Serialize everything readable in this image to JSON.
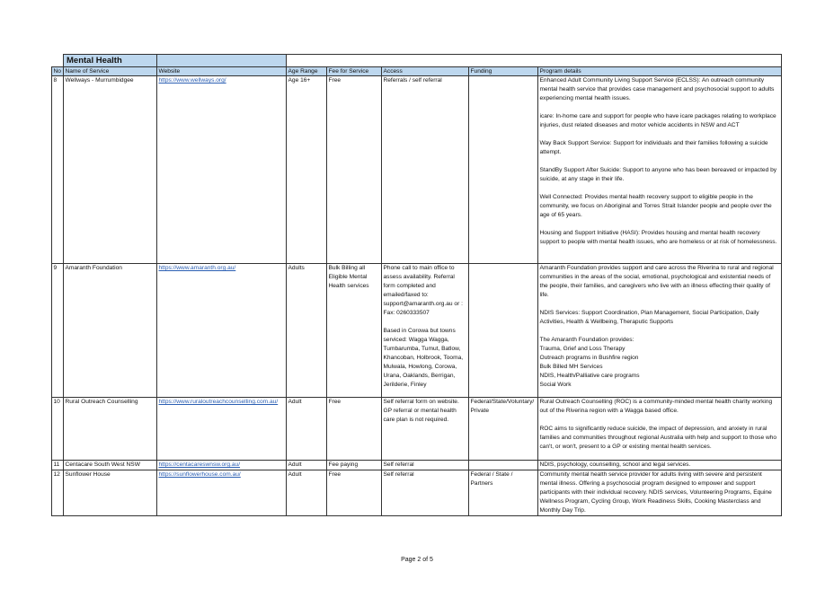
{
  "section_title": "Mental Health",
  "columns": [
    "No",
    "Name of Service",
    "Website",
    "Age Range",
    "Fee for Service",
    "Access",
    "Funding",
    "Program details"
  ],
  "rows": [
    {
      "no": "8",
      "name": "Wellways - Murrumbidgee",
      "website": "https://www.wellways.org/",
      "age": "Age 16+",
      "fee": "Free",
      "access": [
        "Referrals / self referral"
      ],
      "funding": "",
      "details": [
        "Enhanced Adult Community Living Support Service (ECLSS): An outreach community mental health service that provides case management and psychosocial support to adults experiencing mental health issues.",
        "icare: In-home care and support for people who have icare packages relating to workplace injuries, dust related diseases and motor vehicle accidents in NSW and ACT",
        "Way Back Support Service: Support for individuals and their families following a suicide attempt.",
        "StandBy Support After Suicide: Support to anyone who has been bereaved or impacted by suicide, at any stage in their life.",
        "Well Connected: Provides mental health recovery support to eligible people in the community, we focus on Aboriginal and Torres Strait Islander people and people over the age of 65 years.",
        "Housing and Support Initiative (HASI): Provides housing and mental health recovery support to people with mental health issues, who are homeless or at risk of homelessness."
      ]
    },
    {
      "no": "9",
      "name": "Amaranth Foundation",
      "website": "https://www.amaranth.org.au/",
      "age": "Adults",
      "fee": "Bulk Billing all Eligible Mental Health services",
      "access": [
        "Phone call to main office to assess availability. Referral form completed and emailed/faxed to: support@amaranth.org.au or : Fax: 0260333507",
        "Based in Corowa but towns serviced: Wagga Wagga, Tumbarumba, Tumut, Batlow, Khancoban, Holbrook, Tooma, Mulwala, Howlong, Corowa, Urana, Oaklands, Berrigan, Jerilderie, Finley"
      ],
      "funding": "",
      "details": [
        "Amaranth Foundation provides support and care across the Riverina to rural and regional communities in the areas of the social, emotional, psychological and existential needs of the people, their families, and caregivers who live with an illness effecting their quality of life.",
        "NDIS Services: Support Coordination, Plan Management, Social Participation, Daily Activities, Health & Wellbeing, Theraputic Supports",
        "The Amaranth Foundation provides:\nTrauma, Grief and Loss Therapy\nOutreach programs in Bushfire region\nBulk Billed MH Services\nNDIS, Health/Palliative care programs\nSocial Work"
      ]
    },
    {
      "no": "10",
      "name": "Rural Outreach Counselling",
      "website": "https://www.ruraloutreachcounselling.com.au/",
      "age": "Adult",
      "fee": "Free",
      "access": [
        "Self referral form on website. GP referral or mental health care plan is not required."
      ],
      "funding": "Federal/State/Voluntary/Private",
      "details": [
        "Rural Outreach Counselling (ROC) is a community-minded mental health charity working out of the Riverina region with a Wagga based office.",
        "ROC aims to significantly reduce suicide, the impact of depression, and anxiety in rural families and communities throughout regional Australia with help and support to those who can't, or won't, present to a GP or existing mental health services."
      ]
    },
    {
      "no": "11",
      "name": "Centacare South West NSW",
      "website": "https://centacareswnsw.org.au/",
      "age": "Adult",
      "fee": "Fee paying",
      "access": [
        "Self referral"
      ],
      "funding": "",
      "details": [
        "NDIS, psychology, counselling, school and legal services."
      ]
    },
    {
      "no": "12",
      "name": "Sunflower House",
      "website": "https://sunflowerhouse.com.au/",
      "age": "Adult",
      "fee": "Free",
      "access": [
        "Self referral"
      ],
      "funding": "Federal / State / Partners",
      "details": [
        "Community mental health service provider for adults living with severe and persistent mental illness. Offering a psychosocial program designed to empower and support participants with their individual recovery. NDIS services, Volunteering Programs, Equine Wellness Program, Cycling Group, Work Readiness Skills, Cooking Masterclass and Monthly Day Trip."
      ]
    }
  ],
  "footer": {
    "page_label": "Page 2 of 5"
  }
}
